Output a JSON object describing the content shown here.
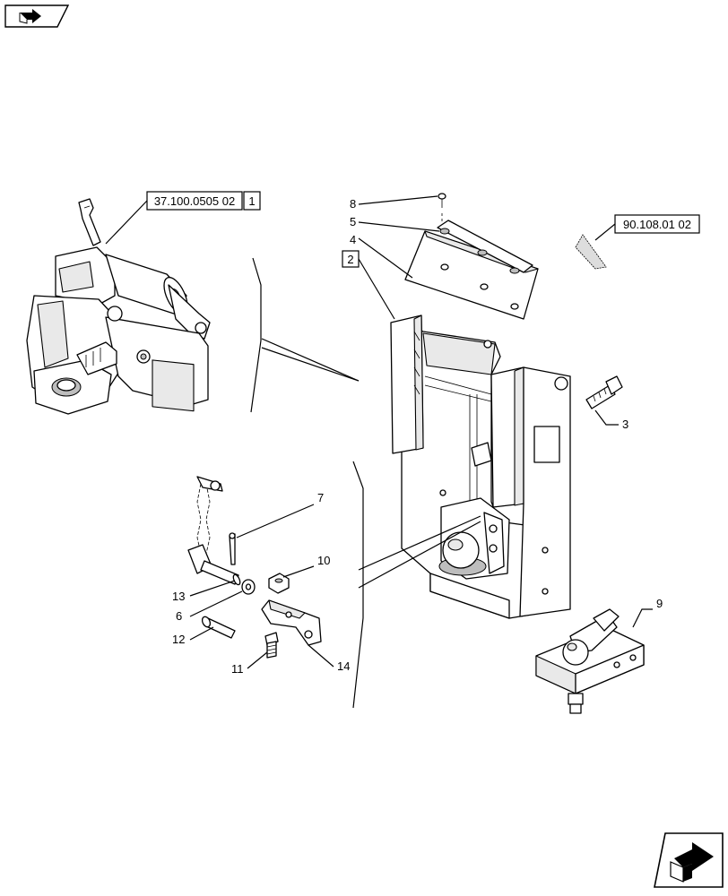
{
  "nav": {
    "back_icon": "back-arrow-icon",
    "forward_icon": "forward-arrow-icon"
  },
  "references": {
    "assembly_ref": "37.100.0505 02",
    "assembly_ref_box": "1",
    "sheet_ref": "90.108.01 02",
    "frame_ref_box": "2"
  },
  "callouts": {
    "c3": "3",
    "c4": "4",
    "c5": "5",
    "c6": "6",
    "c7": "7",
    "c8": "8",
    "c9": "9",
    "c10": "10",
    "c11": "11",
    "c12": "12",
    "c13": "13",
    "c14": "14"
  }
}
